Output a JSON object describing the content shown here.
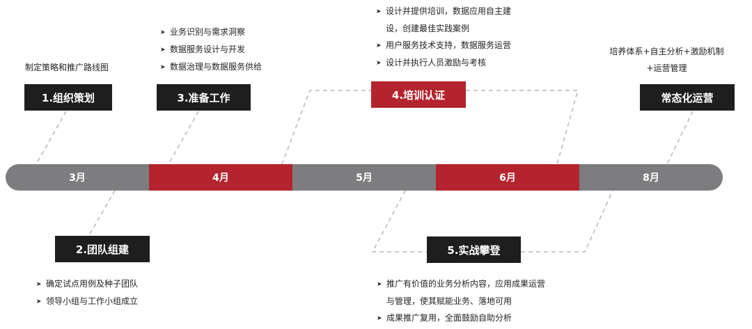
{
  "timeline": {
    "months": [
      {
        "label": "3月",
        "color": "gray"
      },
      {
        "label": "4月",
        "color": "red"
      },
      {
        "label": "5月",
        "color": "gray"
      },
      {
        "label": "6月",
        "color": "red"
      },
      {
        "label": "8月",
        "color": "gray"
      }
    ]
  },
  "stages": {
    "s1": {
      "label": "1.组织策划",
      "note": "制定策略和推广路线图"
    },
    "s2": {
      "label": "2.团队组建",
      "bullets": [
        "确定试点用例及种子团队",
        "领导小组与工作小组成立"
      ]
    },
    "s3": {
      "label": "3.准备工作",
      "bullets": [
        "业务识别与需求洞察",
        "数据服务设计与开发",
        "数据治理与数据服务供给"
      ]
    },
    "s4": {
      "label": "4.培训认证",
      "bullets": [
        "设计并提供培训，数据应用自主建",
        "设，创建最佳实践案例",
        "用户服务技术支持，数据服务运营",
        "设计并执行人员激励与考核"
      ]
    },
    "s5": {
      "label": "5.实战攀登",
      "bullets": [
        "推广有价值的业务分析内容，应用成果运营",
        "与管理，使其赋能业务、落地可用",
        "成果推广复用，全面鼓励自助分析"
      ]
    },
    "s6": {
      "label": "常态化运营",
      "note_line1": "培养体系+自主分析+激励机制",
      "note_line2": "+运营管理"
    }
  },
  "colors": {
    "red": "#b3242f",
    "gray": "#7d7d80",
    "dark": "#1e1e1e",
    "dash": "#b5b5b5"
  },
  "icons": {
    "bullet": "right-arrow-bullet-icon"
  }
}
